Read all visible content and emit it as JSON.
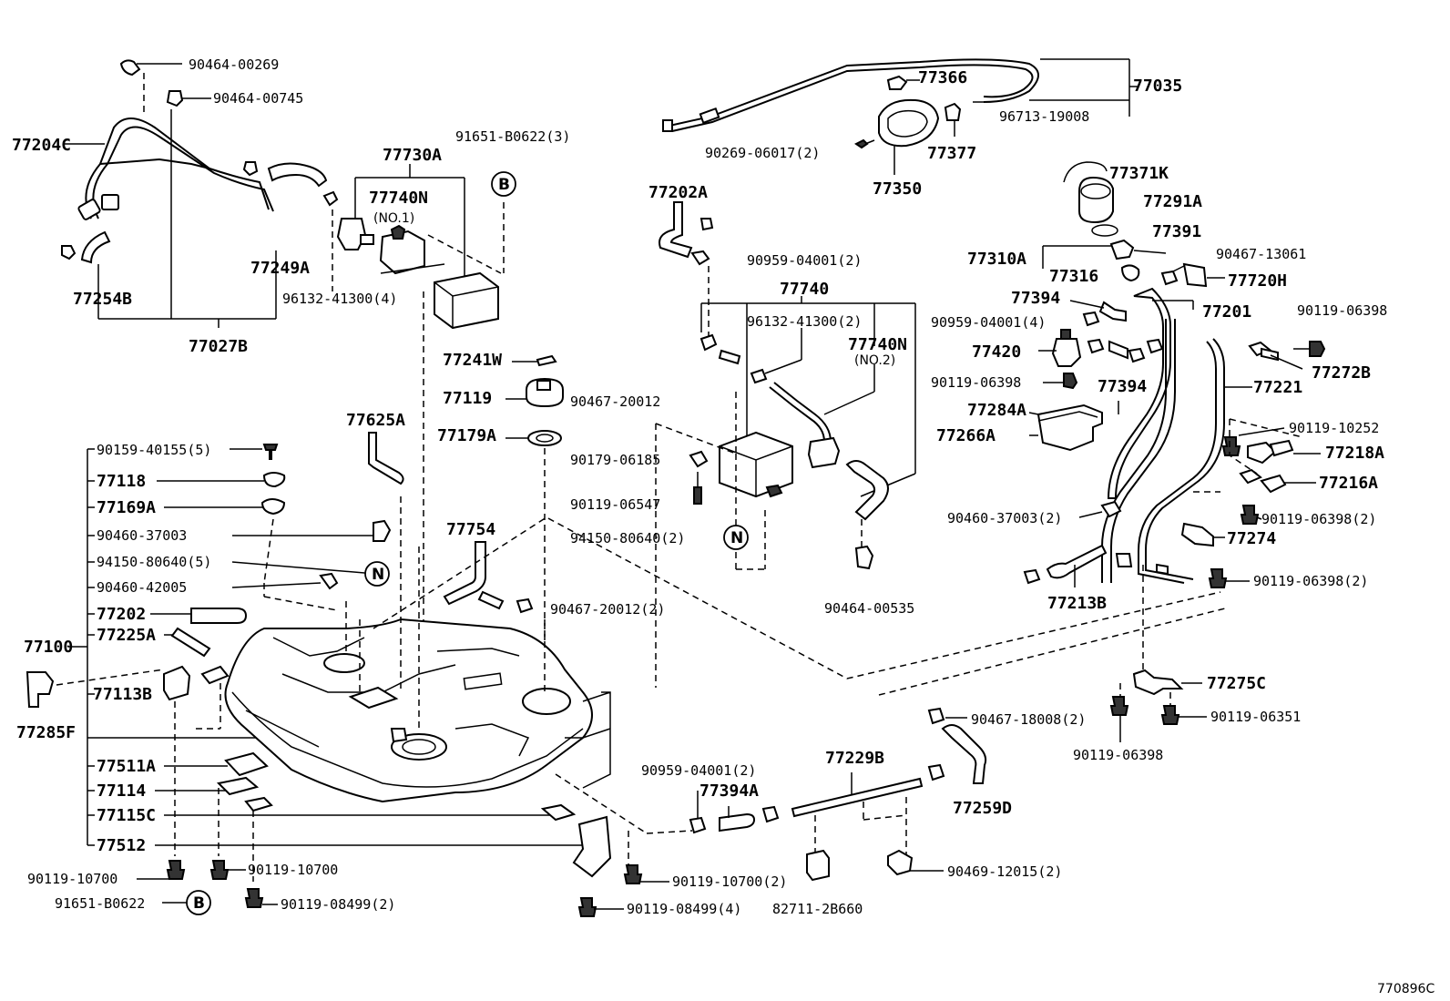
{
  "diagram_code": "770896C",
  "callouts": {
    "b_top": "B",
    "b_bottom": "B",
    "n_left": "N",
    "n_mid": "N"
  },
  "labels": {
    "p90464_00269": "90464-00269",
    "p90464_00745": "90464-00745",
    "p77204C": "77204C",
    "p77730A": "77730A",
    "p91651_B0622_3": "91651-B0622(3)",
    "p77740N": "77740N",
    "no1": "(NO.1)",
    "p77249A": "77249A",
    "p77254B": "77254B",
    "p96132_41300_4": "96132-41300(4)",
    "p77027B": "77027B",
    "p77366": "77366",
    "p77035": "77035",
    "p96713_19008": "96713-19008",
    "p90269_06017_2": "90269-06017(2)",
    "p77377": "77377",
    "p77350": "77350",
    "p77202A": "77202A",
    "p90959_04001_2a": "90959-04001(2)",
    "p77371K": "77371K",
    "p77291A": "77291A",
    "p77391": "77391",
    "p77310A": "77310A",
    "p90467_13061": "90467-13061",
    "p77316": "77316",
    "p77720H": "77720H",
    "p77740": "77740",
    "p96132_41300_2": "96132-41300(2)",
    "p77394a": "77394",
    "p77201": "77201",
    "p90119_06398a": "90119-06398",
    "p77740N2": "77740N",
    "no2": "(NO.2)",
    "p90959_04001_4": "90959-04001(4)",
    "p77420": "77420",
    "p77272B": "77272B",
    "p77241W": "77241W",
    "p77119": "77119",
    "p90467_20012": "90467-20012",
    "p90119_06398b": "90119-06398",
    "p77394b": "77394",
    "p77221": "77221",
    "p77284A": "77284A",
    "p77266A": "77266A",
    "p77625A": "77625A",
    "p77179A": "77179A",
    "p90119_10252": "90119-10252",
    "p77218A": "77218A",
    "p90159_40155_5": "90159-40155(5)",
    "p90179_06185": "90179-06185",
    "p77216A": "77216A",
    "p77118": "77118",
    "p77169A": "77169A",
    "p90119_06547": "90119-06547",
    "p90460_37003_2": "90460-37003(2)",
    "p90119_06398_2a": "90119-06398(2)",
    "p90460_37003": "90460-37003",
    "p77754": "77754",
    "p94150_80640_2": "94150-80640(2)",
    "p77274": "77274",
    "p94150_80640_5": "94150-80640(5)",
    "p90119_06398_2b": "90119-06398(2)",
    "p90460_42005": "90460-42005",
    "p77202": "77202",
    "p90467_20012_2": "90467-20012(2)",
    "p90464_00535": "90464-00535",
    "p77213B": "77213B",
    "p77225A": "77225A",
    "p77100": "77100",
    "p77275C": "77275C",
    "p77113B": "77113B",
    "p77285F": "77285F",
    "p90467_18008_2": "90467-18008(2)",
    "p90119_06351": "90119-06351",
    "p90119_06398c": "90119-06398",
    "p77511A": "77511A",
    "p90959_04001_2b": "90959-04001(2)",
    "p77229B": "77229B",
    "p77114": "77114",
    "p77394A": "77394A",
    "p77259D": "77259D",
    "p77115C": "77115C",
    "p77512": "77512",
    "p90119_10700a": "90119-10700",
    "p90119_10700b": "90119-10700",
    "p90119_10700_2": "90119-10700(2)",
    "p90469_12015_2": "90469-12015(2)",
    "p91651_B0622": "91651-B0622",
    "p90119_08499_2": "90119-08499(2)",
    "p90119_08499_4": "90119-08499(4)",
    "p82711_2B660": "82711-2B660"
  }
}
